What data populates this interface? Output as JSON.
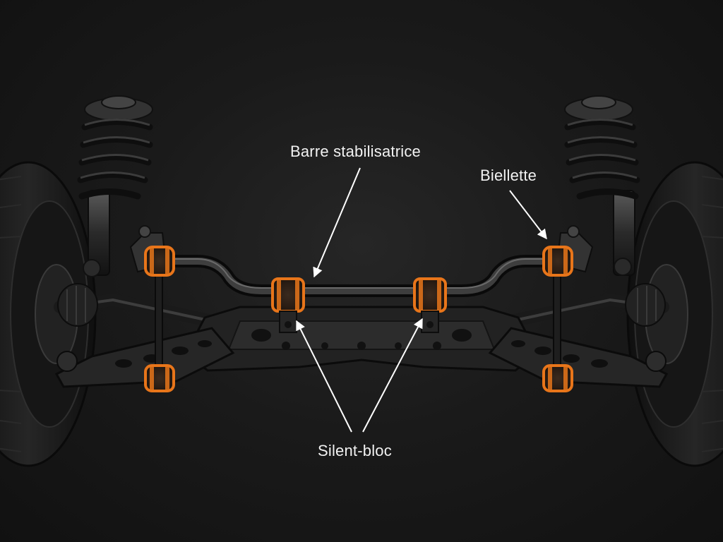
{
  "labels": {
    "stabilizer_bar": "Barre stabilisatrice",
    "link": "Biellette",
    "bushing": "Silent-bloc"
  },
  "colors": {
    "background": "#141414",
    "metal": "#2b2b2b",
    "metal_dark": "#1d1d1d",
    "metal_light": "#4a4a4a",
    "tire": "#1b1b1b",
    "bushing_accent": "#e8751a",
    "annotation": "#ffffff"
  },
  "icons": {
    "left_wheel": "tire-icon",
    "right_wheel": "tire-icon"
  }
}
